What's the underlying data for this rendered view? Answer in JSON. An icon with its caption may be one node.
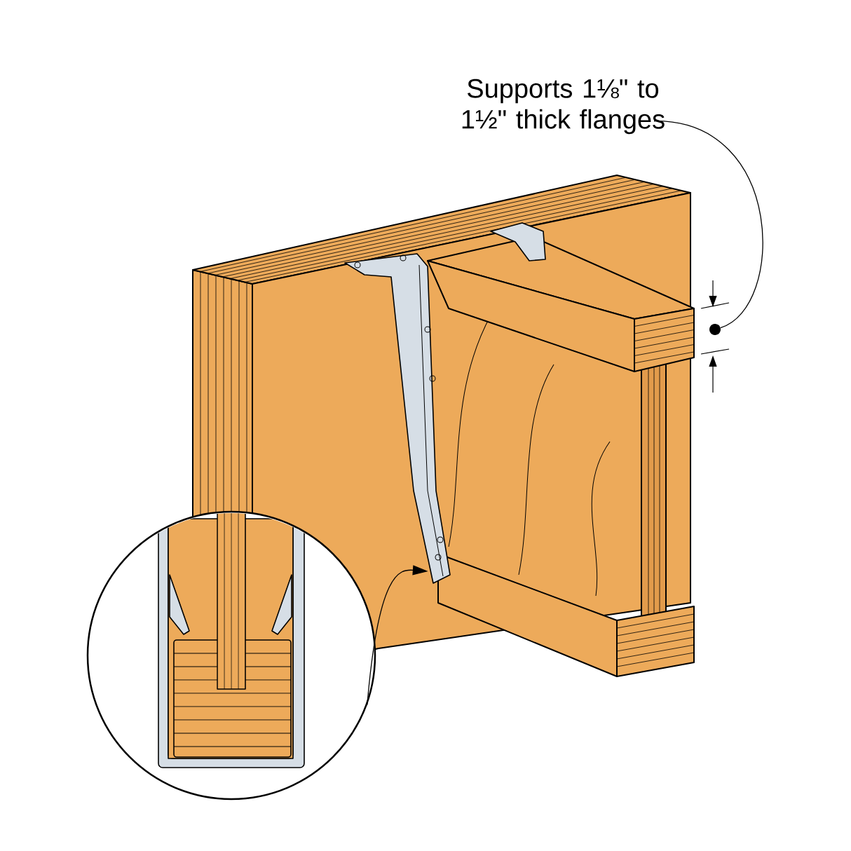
{
  "diagram": {
    "nodes": [
      {
        "text": [
          "Supports 1⅛\" to 1½\" thick flanges"
        ]
      },
      {
        "text": [],
        "shape": "circle"
      },
      {
        "text": [],
        "shape": "circle"
      },
      {
        "text": [],
        "shape": "picture"
      }
    ],
    "edges": [
      {
        "from": 0,
        "to": 1,
        "arrow": "none"
      },
      {
        "from": 2,
        "to": 3,
        "arrow": "to"
      }
    ]
  }
}
